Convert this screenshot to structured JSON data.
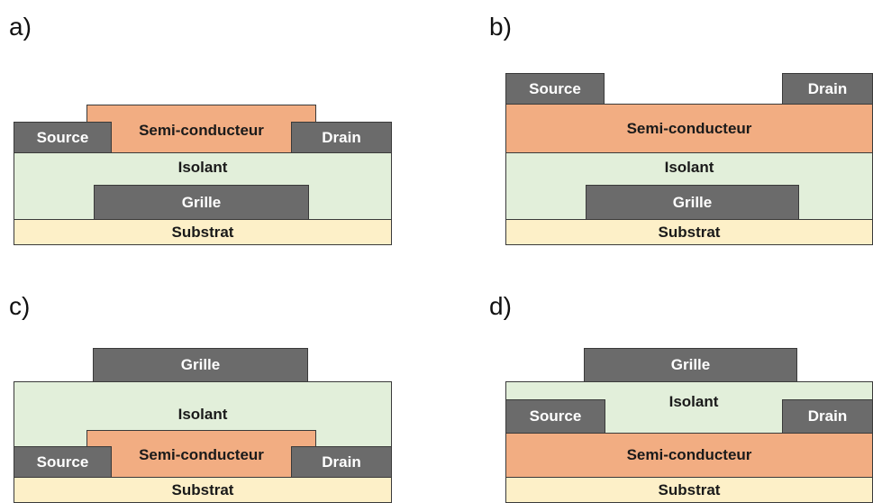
{
  "panels": {
    "a": {
      "label": "a)",
      "source": "Source",
      "drain": "Drain",
      "semi": "Semi-conducteur",
      "isolant": "Isolant",
      "grille": "Grille",
      "substrat": "Substrat"
    },
    "b": {
      "label": "b)",
      "source": "Source",
      "drain": "Drain",
      "semi": "Semi-conducteur",
      "isolant": "Isolant",
      "grille": "Grille",
      "substrat": "Substrat"
    },
    "c": {
      "label": "c)",
      "source": "Source",
      "drain": "Drain",
      "semi": "Semi-conducteur",
      "isolant": "Isolant",
      "grille": "Grille",
      "substrat": "Substrat"
    },
    "d": {
      "label": "d)",
      "source": "Source",
      "drain": "Drain",
      "semi": "Semi-conducteur",
      "isolant": "Isolant",
      "grille": "Grille",
      "substrat": "Substrat"
    }
  },
  "colors": {
    "metal": "#6b6b6b",
    "semiconductor": "#f2ad82",
    "insulator": "#e2efda",
    "substrate": "#fdf0c8"
  }
}
